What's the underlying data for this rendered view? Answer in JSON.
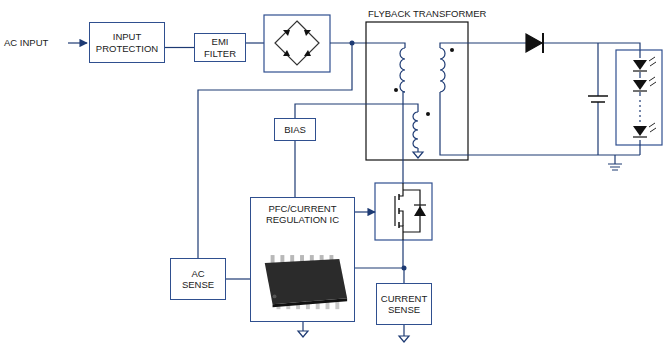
{
  "diagram": {
    "nodes": [
      {
        "text": [
          "INPUT PROTECTION"
        ]
      },
      {
        "text": [
          "EMI FILTER"
        ]
      },
      {
        "text": [
          "BIAS"
        ]
      },
      {
        "text": [
          "PFC/CURRENT REGULATION IC"
        ]
      },
      {
        "text": [
          "AC SENSE"
        ]
      },
      {
        "text": [
          "CURRENT SENSE"
        ]
      }
    ],
    "edges": [
      {
        "from": 0,
        "to": 1,
        "arrow": "none"
      },
      {
        "from": 2,
        "to": 3,
        "arrow": "none"
      },
      {
        "from": 4,
        "to": 3,
        "arrow": "none"
      },
      {
        "from": 3,
        "to": 5,
        "arrow": "none"
      }
    ],
    "labels": [
      "AC INPUT",
      "FLYBACK TRANSFORMER"
    ]
  }
}
